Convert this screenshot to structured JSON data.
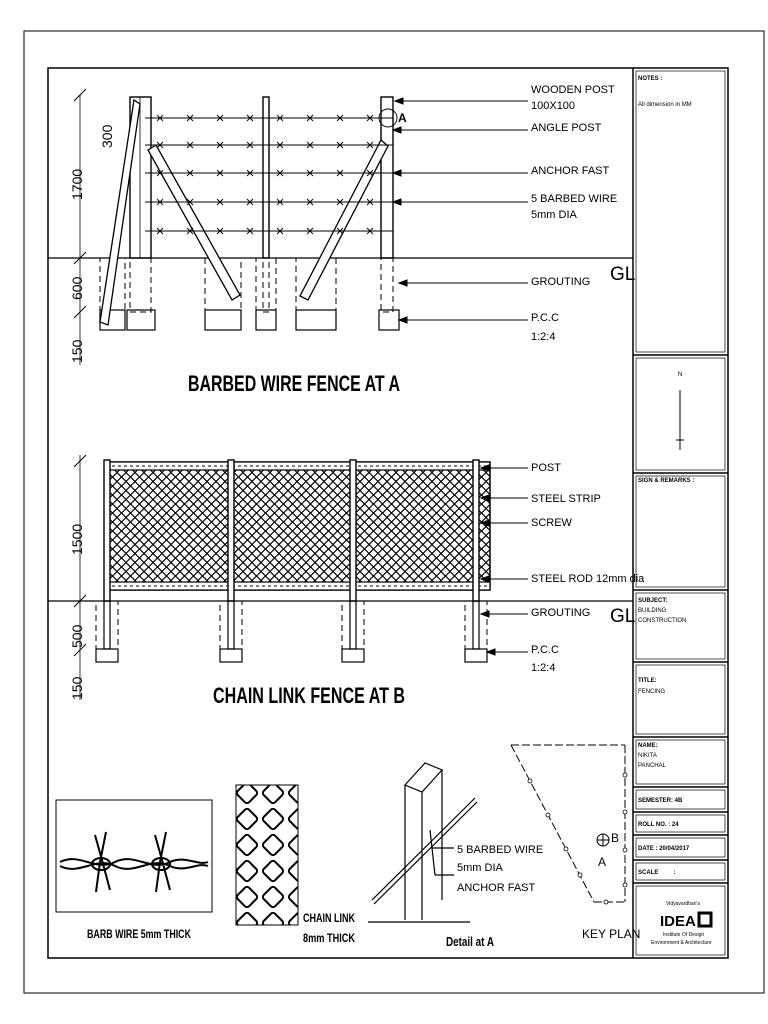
{
  "barbed": {
    "title": "BARBED WIRE FENCE AT A",
    "labels": [
      "WOODEN POST",
      "100X100",
      "ANGLE POST",
      "ANCHOR FAST",
      "5 BARBED WIRE",
      "5mm DIA",
      "GROUTING",
      "P.C.C",
      "1:2:4"
    ],
    "dims": [
      "300",
      "1700",
      "600",
      "150"
    ],
    "point": "A",
    "gl": "GL"
  },
  "chain": {
    "title": "CHAIN LINK FENCE AT B",
    "labels": [
      "POST",
      "STEEL STRIP",
      "SCREW",
      "STEEL ROD 12mm dia",
      "GROUTING",
      "P.C.C",
      "1:2:4"
    ],
    "dims": [
      "1500",
      "500",
      "150"
    ],
    "gl": "GL"
  },
  "details": {
    "barb_caption": "BARB WIRE 5mm THICK",
    "chain_caption_1": "CHAIN LINK",
    "chain_caption_2": "8mm THICK",
    "detail_labels": [
      "5 BARBED WIRE",
      "5mm DIA",
      "ANCHOR FAST"
    ],
    "detail_caption": "Detail at A",
    "keyplan_caption": "KEY PLAN",
    "keyplan_a": "A",
    "keyplan_b": "B"
  },
  "titleblock": {
    "notes_label": "NOTES :",
    "notes_text": "All dimension in MM",
    "north": "N",
    "sign_label": "SIGN & REMARKS :",
    "subject_label": "SUBJECT:",
    "subject_1": "BUILDING",
    "subject_2": "CONSTRUCTION",
    "title_label": "TITLE:",
    "title_value": "FENCING",
    "name_label": "NAME:",
    "name_1": "NIKITA",
    "name_2": "PANCHAL",
    "semester": "SEMESTER: 4B",
    "roll": "ROLL NO. : 24",
    "date": "DATE : 20/04/2017",
    "scale": "SCALE         :",
    "inst_1": "Vidyavardhan's",
    "inst_logo": "IDEA",
    "inst_2": "Institute Of Design",
    "inst_3": "Environment & Architecture"
  }
}
